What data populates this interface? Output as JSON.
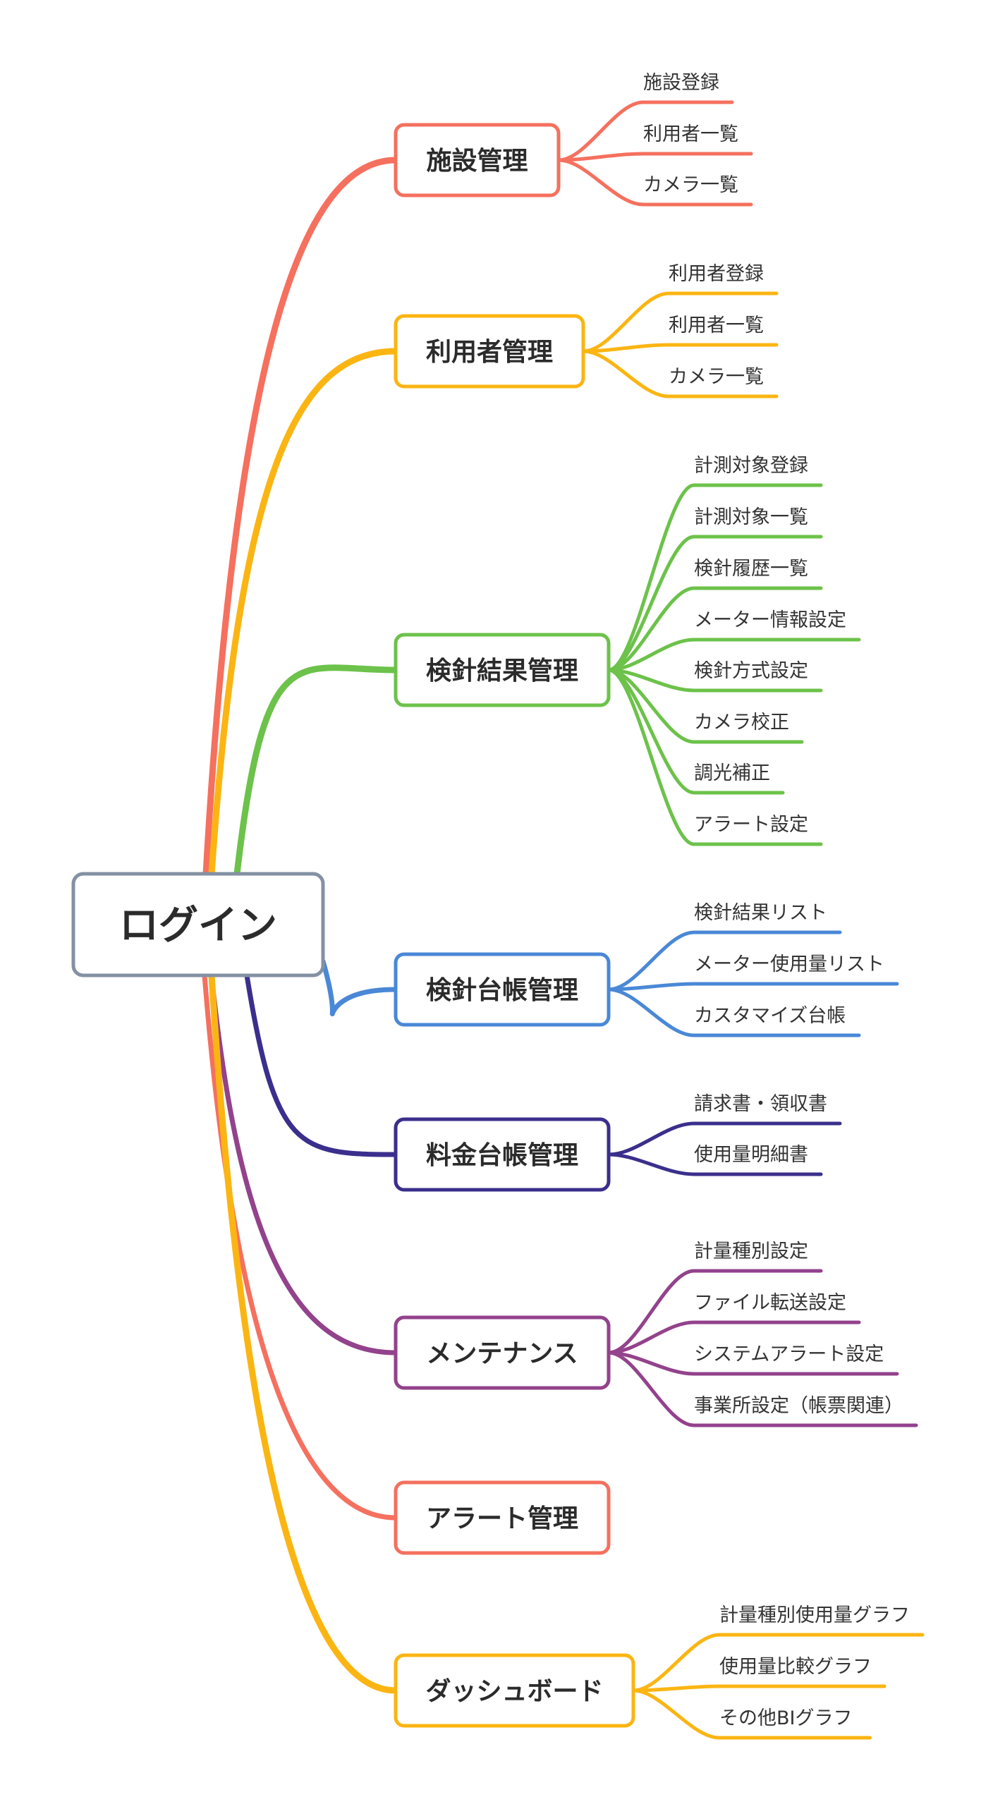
{
  "root": {
    "label": "ログイン",
    "color": "#8491a3"
  },
  "branches": [
    {
      "label": "施設管理",
      "color": "#f5705e",
      "children": [
        "施設登録",
        "利用者一覧",
        "カメラ一覧"
      ]
    },
    {
      "label": "利用者管理",
      "color": "#fbb512",
      "children": [
        "利用者登録",
        "利用者一覧",
        "カメラ一覧"
      ]
    },
    {
      "label": "検針結果管理",
      "color": "#6cc24a",
      "children": [
        "計測対象登録",
        "計測対象一覧",
        "検針履歴一覧",
        "メーター情報設定",
        "検針方式設定",
        "カメラ校正",
        "調光補正",
        "アラート設定"
      ]
    },
    {
      "label": "検針台帳管理",
      "color": "#4a88d7",
      "children": [
        "検針結果リスト",
        "メーター使用量リスト",
        "カスタマイズ台帳"
      ]
    },
    {
      "label": "料金台帳管理",
      "color": "#3a2f8c",
      "children": [
        "請求書・領収書",
        "使用量明細書"
      ]
    },
    {
      "label": "メンテナンス",
      "color": "#93428c",
      "children": [
        "計量種別設定",
        "ファイル転送設定",
        "システムアラート設定",
        "事業所設定（帳票関連）"
      ]
    },
    {
      "label": "アラート管理",
      "color": "#f5705e",
      "children": []
    },
    {
      "label": "ダッシュボード",
      "color": "#fbb512",
      "children": [
        "計量種別使用量グラフ",
        "使用量比較グラフ",
        "その他BIグラフ"
      ]
    }
  ]
}
